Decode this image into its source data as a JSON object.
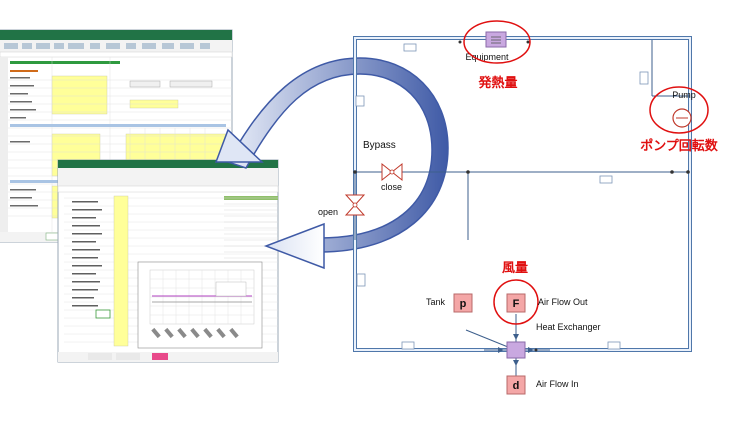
{
  "loop_diagram": {
    "equipment": "Equipment",
    "pump": "Pump",
    "bypass": "Bypass",
    "close": "close",
    "open": "open",
    "tank": "Tank",
    "tank_symbol": "p",
    "air_flow_out": "Air Flow Out",
    "air_flow_out_symbol": "F",
    "heat_exchanger": "Heat Exchanger",
    "air_flow_in": "Air Flow In",
    "air_flow_in_symbol": "d"
  },
  "annotations": {
    "heat_generation": "発熱量",
    "pump_speed": "ポンプ回転数",
    "air_volume": "風量"
  },
  "colors": {
    "pipe": "#5a7fb0",
    "annotation_red": "#e01010",
    "source_box": "#f4a7a7",
    "component": "#c9a8e0",
    "arrow_dark": "#3f5aa6",
    "arrow_light": "#e6ebf7",
    "excel_green": "#217346",
    "cell_yellow": "#ffff99"
  }
}
